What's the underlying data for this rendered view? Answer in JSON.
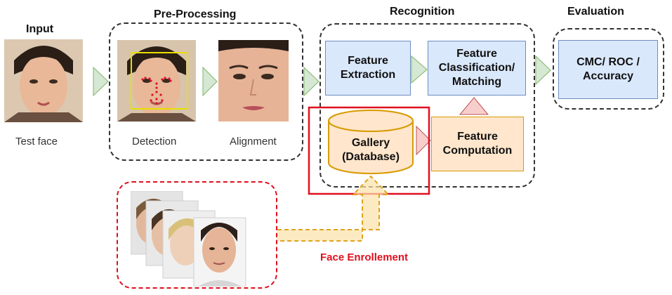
{
  "sections": {
    "input": "Input",
    "preprocessing": "Pre-Processing",
    "recognition": "Recognition",
    "evaluation": "Evaluation"
  },
  "captions": {
    "test_face": "Test face",
    "detection": "Detection",
    "alignment": "Alignment"
  },
  "boxes": {
    "feature_extraction": "Feature\nExtraction",
    "feature_classification": "Feature\nClassification/\nMatching",
    "feature_computation": "Feature\nComputation",
    "gallery": "Gallery\n(Database)",
    "evaluation_metrics": "CMC/ ROC /\nAccuracy"
  },
  "enrollment": {
    "label": "Face Enrollement"
  },
  "colors": {
    "arrow_green": "#d5e8d4",
    "arrow_pink": "#f8cecc",
    "box_blue": "#dae8fc",
    "box_orange": "#ffe6cc",
    "highlight_red": "#e0101e",
    "detection_box": "#e8e000"
  }
}
